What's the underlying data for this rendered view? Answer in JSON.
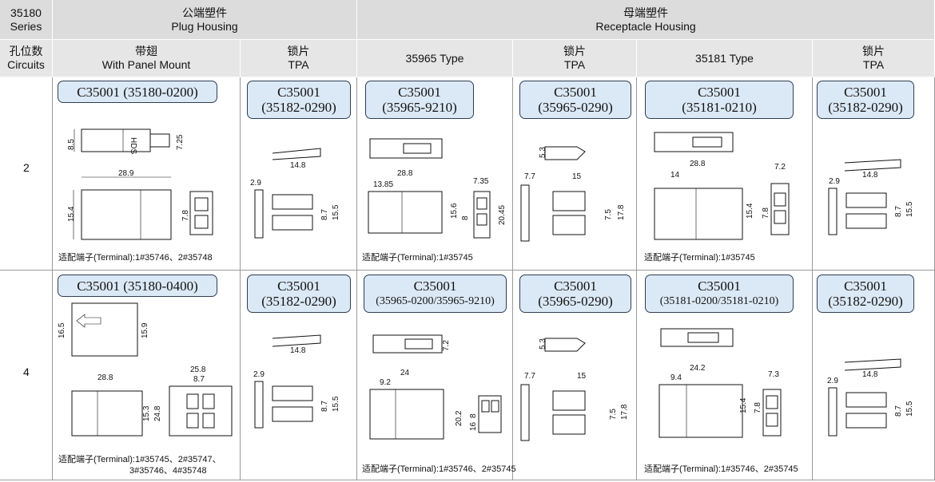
{
  "header": {
    "series_num": "35180",
    "series_label": "Series",
    "plug_cn": "公端塑件",
    "plug_en": "Plug Housing",
    "receptacle_cn": "母端塑件",
    "receptacle_en": "Receptacle Housing",
    "circuits_cn": "孔位数",
    "circuits_en": "Circuits",
    "panel_cn": "带翅",
    "panel_en": "With Panel Mount",
    "tpa_cn": "锁片",
    "tpa_en": "TPA",
    "type_35965": "35965 Type",
    "type_35181": "35181 Type"
  },
  "rows": [
    {
      "circuits": "2",
      "plug_part": "C35001 (35180-0200)",
      "plug_tpa_l1": "C35001",
      "plug_tpa_l2": "(35182-0290)",
      "r65_l1": "C35001",
      "r65_l2": "(35965-9210)",
      "r65_tpa_l1": "C35001",
      "r65_tpa_l2": "(35965-0290)",
      "r81_l1": "C35001",
      "r81_l2": "(35181-0210)",
      "r81_tpa_l1": "C35001",
      "r81_tpa_l2": "(35182-0290)",
      "plug_terminal": "适配端子(Terminal):1#35746、2#35748",
      "r65_terminal": "适配端子(Terminal):1#35745",
      "r81_terminal": "适配端子(Terminal):1#35745"
    },
    {
      "circuits": "4",
      "plug_part": "C35001 (35180-0400)",
      "plug_tpa_l1": "C35001",
      "plug_tpa_l2": "(35182-0290)",
      "r65_l1": "C35001",
      "r65_l2": "(35965-0200/35965-9210)",
      "r65_tpa_l1": "C35001",
      "r65_tpa_l2": "(35965-0290)",
      "r81_l1": "C35001",
      "r81_l2": "(35181-0200/35181-0210)",
      "r81_tpa_l1": "C35001",
      "r81_tpa_l2": "(35182-0290)",
      "plug_terminal_l1": "适配端子(Terminal):1#35745、2#35747、",
      "plug_terminal_l2": "3#35746、4#35748",
      "r65_terminal": "适配端子(Terminal):1#35746、2#35745",
      "r81_terminal": "适配端子(Terminal):1#35746、2#35745"
    }
  ],
  "dims": {
    "r2_plug_h": "8.5",
    "r2_plug_w": "7.25",
    "r2_plug_len": "28.9",
    "r2_plug_body": "15.4",
    "r2_plug_face": "7.8",
    "r2_tpa_w": "14.8",
    "r2_tpa_l": "2.9",
    "r2_tpa_a": "8.7",
    "r2_tpa_b": "15.5",
    "r2_r65_len": "28.8",
    "r2_r65_off": "13.85",
    "r2_r65_face": "7.35",
    "r2_r65_h": "15.6",
    "r2_r65_a": "8",
    "r2_r65_b": "20.45",
    "r2_r65t_h": "5.3",
    "r2_r65t_l": "7.7",
    "r2_r65t_w": "15",
    "r2_r65t_a": "7.5",
    "r2_r65t_b": "17.8",
    "r2_r81_len": "28.8",
    "r2_r81_off": "14",
    "r2_r81_face": "7.2",
    "r2_r81_h": "15.4",
    "r2_r81_a": "7.8",
    "r2_r81t_w": "14.8",
    "r2_r81t_l": "2.9",
    "r2_r81t_a": "8.7",
    "r2_r81t_b": "15.5",
    "r4_plug_h": "16.5",
    "r4_plug_w": "15.9",
    "r4_plug_len": "28.8",
    "r4_plug_a": "15.3",
    "r4_plug_b": "24.8",
    "r4_plug_fw": "25.8",
    "r4_plug_fi": "8.7",
    "r4_tpa_w": "14.8",
    "r4_tpa_l": "2.9",
    "r4_tpa_a": "8.7",
    "r4_tpa_b": "15.5",
    "r4_r65_h": "7.2",
    "r4_r65_len": "24",
    "r4_r65_off": "9.2",
    "r4_r65_a": "20.2",
    "r4_r65_b": "8",
    "r4_r65_c": "16",
    "r4_r65t_h": "5.3",
    "r4_r65t_l": "7.7",
    "r4_r65t_w": "15",
    "r4_r65t_a": "7.5",
    "r4_r65t_b": "17.8",
    "r4_r81_len": "24.2",
    "r4_r81_off": "9.4",
    "r4_r81_face": "7.3",
    "r4_r81_h": "15.4",
    "r4_r81_a": "7.8",
    "r4_r81t_w": "14.8",
    "r4_r81t_l": "2.9",
    "r4_r81t_a": "8.7",
    "r4_r81t_b": "15.5",
    "mark_lhs": "HDS"
  }
}
